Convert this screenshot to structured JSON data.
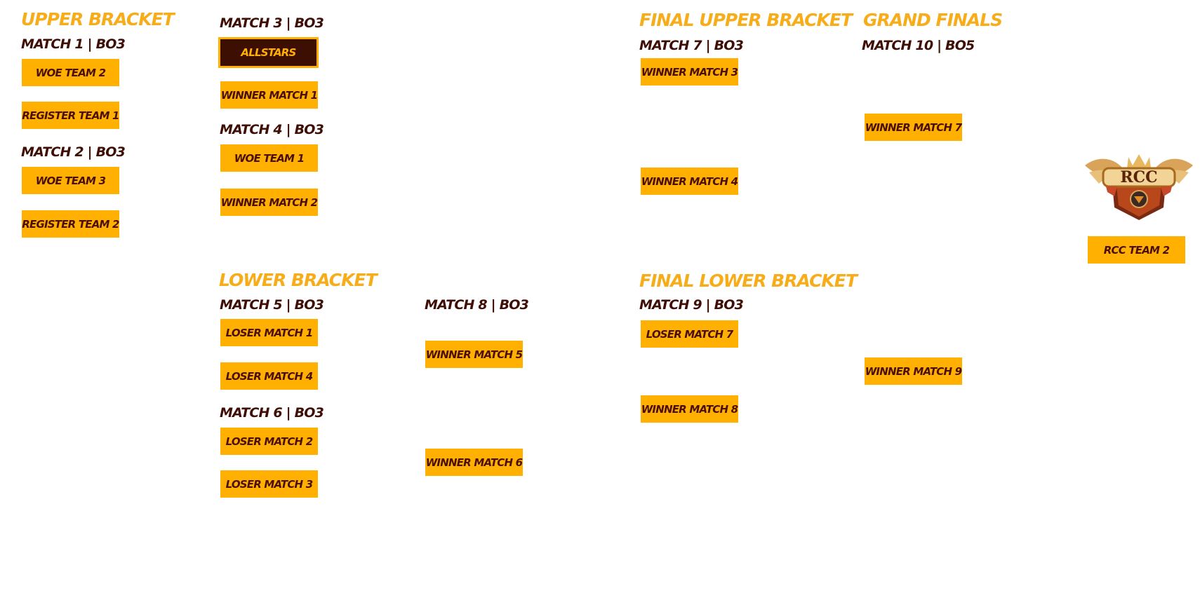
{
  "sections": {
    "upper": "UPPER BRACKET",
    "lower": "LOWER BRACKET",
    "final_upper": "FINAL UPPER BRACKET",
    "final_lower": "FINAL LOWER BRACKET",
    "grand": "GRAND FINALS"
  },
  "matches": {
    "m1": "MATCH 1 | BO3",
    "m2": "MATCH 2 | BO3",
    "m3": "MATCH 3 | BO3",
    "m4": "MATCH 4 | BO3",
    "m5": "MATCH 5 | BO3",
    "m6": "MATCH 6 | BO3",
    "m7": "MATCH 7 | BO3",
    "m8": "MATCH 8 | BO3",
    "m9": "MATCH 9 | BO3",
    "m10": "MATCH 10 | BO5"
  },
  "slots": {
    "m1_a": "WOE TEAM 2",
    "m1_b": "REGISTER TEAM 1",
    "m2_a": "WOE TEAM 3",
    "m2_b": "REGISTER TEAM 2",
    "m3_a": "ALLSTARS",
    "m3_b": "WINNER MATCH 1",
    "m4_a": "WOE TEAM 1",
    "m4_b": "WINNER MATCH 2",
    "m5_a": "LOSER MATCH 1",
    "m5_b": "LOSER MATCH 4",
    "m6_a": "LOSER MATCH 2",
    "m6_b": "LOSER MATCH 3",
    "m8_a": "WINNER MATCH 5",
    "m8_b": "WINNER MATCH 6",
    "m7_a": "WINNER MATCH 3",
    "m7_b": "WINNER MATCH 4",
    "m9_a": "LOSER MATCH 7",
    "m9_b": "WINNER MATCH 8",
    "m10_a": "WINNER MATCH 7",
    "m10_b": "WINNER MATCH 9",
    "champion": "RCC TEAM 2"
  },
  "logo": {
    "text": "RCC",
    "icon": "rcc-emblem-icon"
  },
  "colors": {
    "gold": "#ffb000",
    "section_title": "#f7ad1a",
    "dark_brown": "#3d0e02"
  }
}
